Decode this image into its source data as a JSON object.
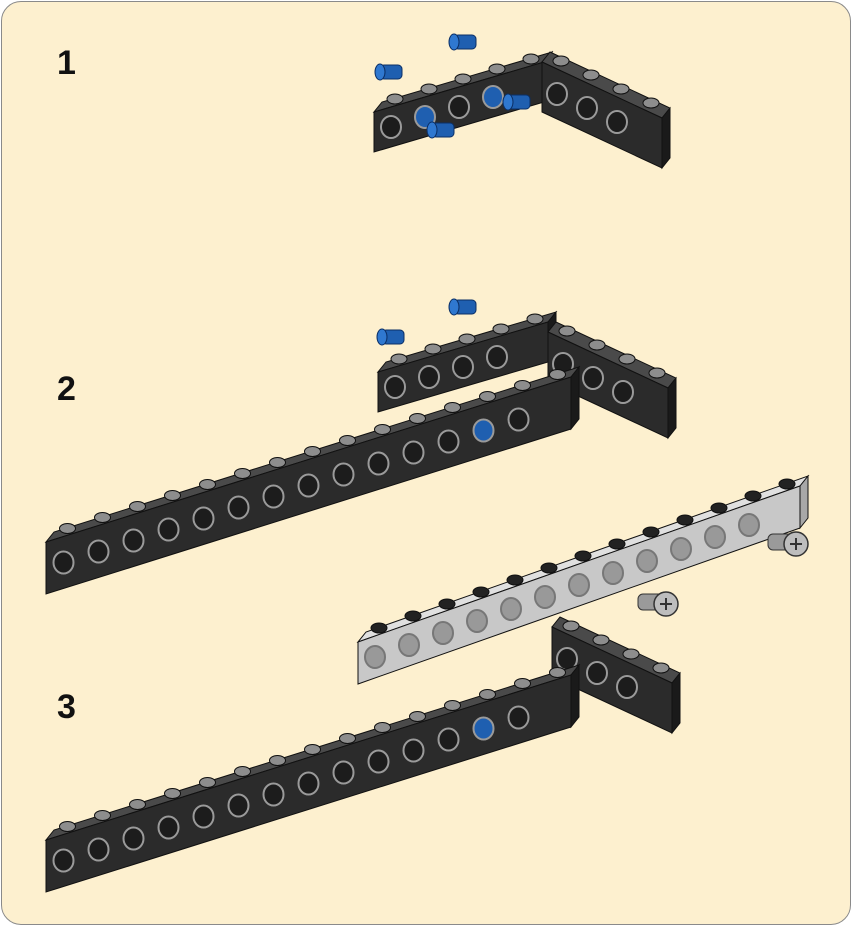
{
  "steps": [
    {
      "number": "1",
      "illustration": "step-1-assembly"
    },
    {
      "number": "2",
      "illustration": "step-2-assembly"
    },
    {
      "number": "3",
      "illustration": "step-3-assembly"
    }
  ],
  "colors": {
    "background": "#fdf0cf",
    "beam_dark": "#2b2b2b",
    "beam_dark_top": "#4a4a4a",
    "beam_light": "#c8c8c8",
    "pin_blue": "#1f5fb0",
    "stud_gray": "#8d8d8d"
  }
}
